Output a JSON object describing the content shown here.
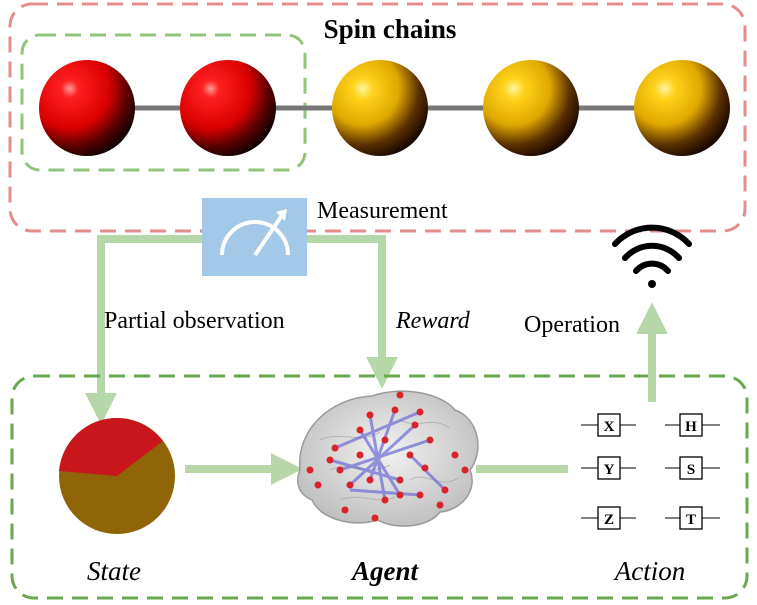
{
  "title": "Spin chains",
  "labels": {
    "measurement": "Measurement",
    "partial_observation": "Partial observation",
    "reward": "Reward",
    "operation": "Operation",
    "state": "State",
    "agent": "Agent",
    "action": "Action"
  },
  "spins": [
    {
      "color": "red"
    },
    {
      "color": "red"
    },
    {
      "color": "yellow"
    },
    {
      "color": "yellow"
    },
    {
      "color": "yellow"
    }
  ],
  "observed_spin_count": 2,
  "gates": [
    "X",
    "H",
    "Y",
    "S",
    "Z",
    "T"
  ],
  "colors": {
    "system_border": "#e58c8c",
    "agent_border": "#6aa84f",
    "observed_border": "#93c47d",
    "arrow": "#b6d7a8",
    "meter_bg": "#a4c8e8",
    "state_red": "#c8161c",
    "state_olive": "#8f6508"
  },
  "icons": {
    "meter": "measurement-meter-icon",
    "wifi": "wifi-icon",
    "brain": "brain-network-icon",
    "pie": "state-pie-icon"
  }
}
